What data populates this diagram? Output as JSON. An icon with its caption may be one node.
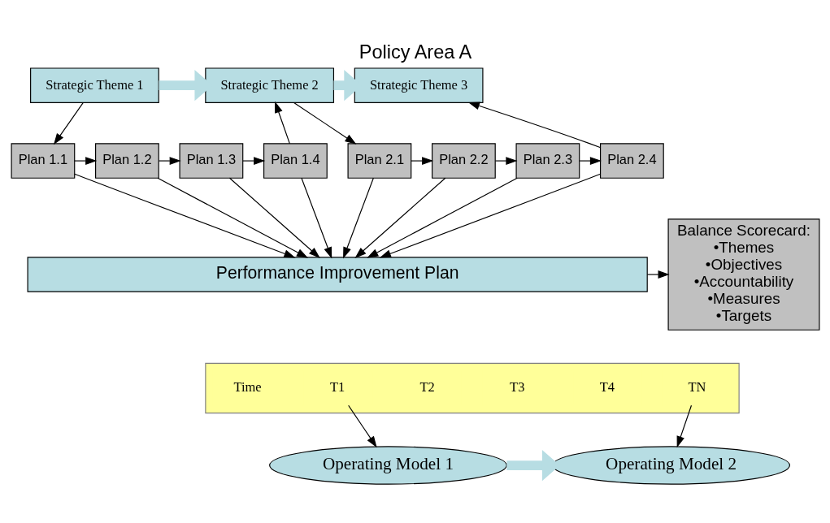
{
  "diagram": {
    "title": "Policy Area A",
    "nodes": [
      {
        "text": [
          "Strategic Theme 1"
        ]
      },
      {
        "text": [
          "Strategic Theme 2"
        ]
      },
      {
        "text": [
          "Strategic Theme 3"
        ]
      },
      {
        "text": [
          "Plan 1.1"
        ]
      },
      {
        "text": [
          "Plan 1.2"
        ]
      },
      {
        "text": [
          "Plan 1.3"
        ]
      },
      {
        "text": [
          "Plan 1.4"
        ]
      },
      {
        "text": [
          "Plan 2.1"
        ]
      },
      {
        "text": [
          "Plan 2.2"
        ]
      },
      {
        "text": [
          "Plan 2.3"
        ]
      },
      {
        "text": [
          "Plan 2.4"
        ]
      },
      {
        "text": [
          "Performance Improvement Plan"
        ]
      },
      {
        "text": [
          "Balance Scorecard:",
          "•Themes",
          "•Objectives",
          "•Accountability",
          "•Measures",
          "•Targets"
        ]
      },
      {
        "text": [],
        "shape": "arrow"
      },
      {
        "text": [
          "Time"
        ],
        "in": 13
      },
      {
        "text": [
          "T1"
        ],
        "in": 13
      },
      {
        "text": [
          "T2"
        ],
        "in": 13
      },
      {
        "text": [
          "T3"
        ],
        "in": 13
      },
      {
        "text": [
          "T4"
        ],
        "in": 13
      },
      {
        "text": [
          "TN"
        ],
        "in": 13
      },
      {
        "text": [
          "Operating Model 1"
        ]
      },
      {
        "text": [
          "Operating Model 2"
        ]
      }
    ],
    "edges": [
      {
        "from": 0,
        "to": 1,
        "arrow": "to",
        "style": "thick",
        "color": "#b7dde3"
      },
      {
        "from": 1,
        "to": 2,
        "arrow": "to",
        "style": "thick",
        "color": "#b7dde3"
      },
      {
        "from": 0,
        "to": 3,
        "arrow": "to"
      },
      {
        "from": 6,
        "to": 1,
        "arrow": "to"
      },
      {
        "from": 1,
        "to": 7,
        "arrow": "to"
      },
      {
        "from": 10,
        "to": 2,
        "arrow": "to"
      },
      {
        "from": 3,
        "to": 4,
        "arrow": "to"
      },
      {
        "from": 4,
        "to": 5,
        "arrow": "to"
      },
      {
        "from": 5,
        "to": 6,
        "arrow": "to"
      },
      {
        "from": 7,
        "to": 8,
        "arrow": "to"
      },
      {
        "from": 8,
        "to": 9,
        "arrow": "to"
      },
      {
        "from": 9,
        "to": 10,
        "arrow": "to"
      },
      {
        "from": 3,
        "to": 11,
        "arrow": "to"
      },
      {
        "from": 4,
        "to": 11,
        "arrow": "to"
      },
      {
        "from": 5,
        "to": 11,
        "arrow": "to"
      },
      {
        "from": 6,
        "to": 11,
        "arrow": "to"
      },
      {
        "from": 7,
        "to": 11,
        "arrow": "to"
      },
      {
        "from": 8,
        "to": 11,
        "arrow": "to"
      },
      {
        "from": 9,
        "to": 11,
        "arrow": "to"
      },
      {
        "from": 10,
        "to": 11,
        "arrow": "to"
      },
      {
        "from": 11,
        "to": 12,
        "arrow": "to"
      },
      {
        "from": 15,
        "to": 20,
        "arrow": "to"
      },
      {
        "from": 19,
        "to": 21,
        "arrow": "to"
      },
      {
        "from": 20,
        "to": 21,
        "arrow": "to",
        "style": "thick",
        "color": "#b7dde3"
      }
    ]
  }
}
